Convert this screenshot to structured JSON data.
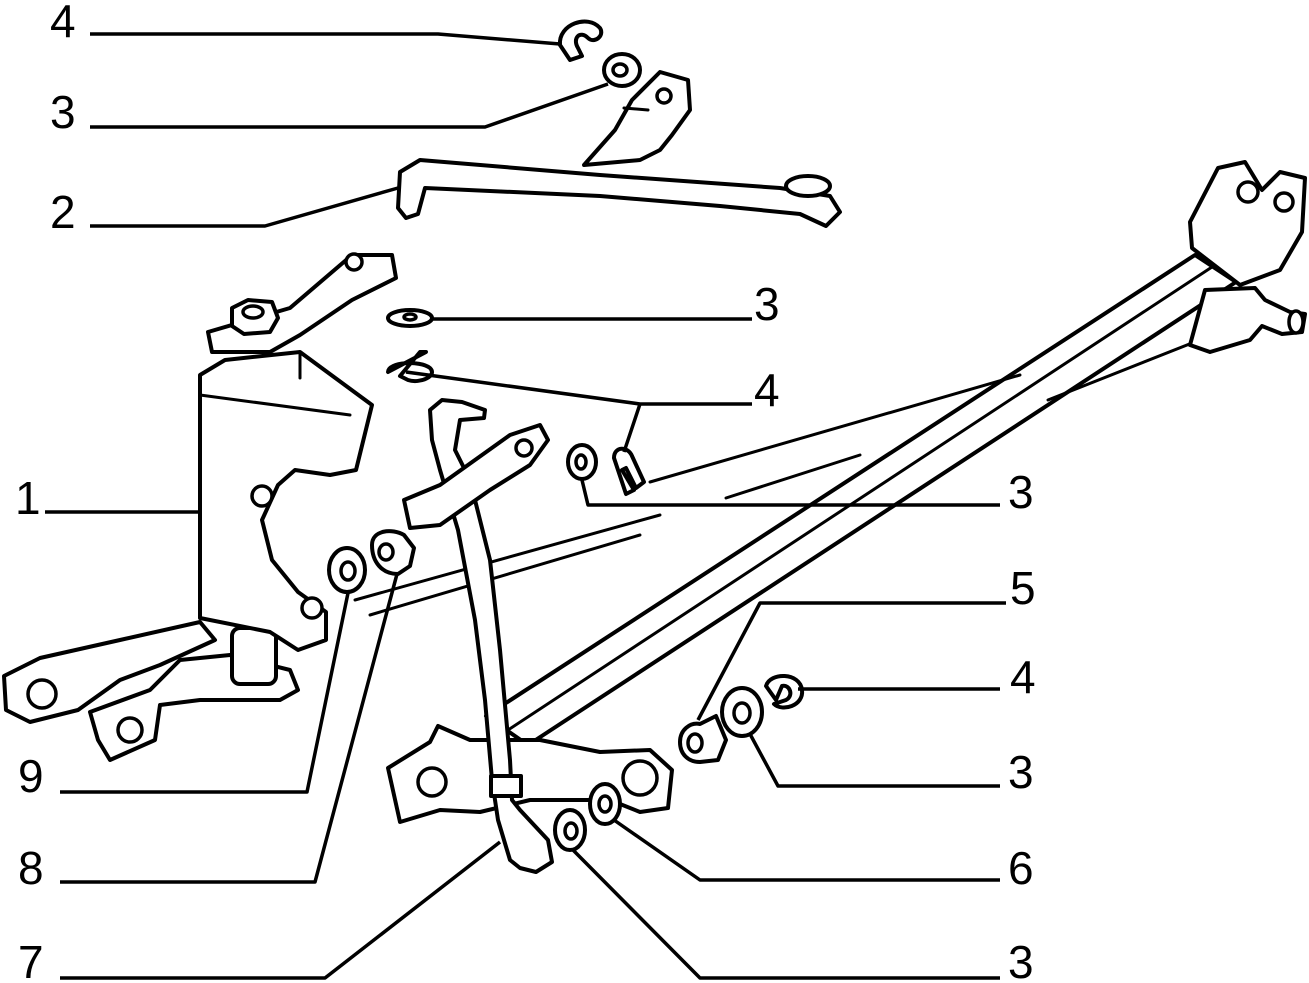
{
  "callouts": {
    "c4_top": "4",
    "c3_top": "3",
    "c2": "2",
    "c3_upper_mid": "3",
    "c4_mid": "4",
    "c1": "1",
    "c3_mid": "3",
    "c5": "5",
    "c4_lower": "4",
    "c9": "9",
    "c3_lower": "3",
    "c8": "8",
    "c6": "6",
    "c7": "7",
    "c3_bottom": "3"
  },
  "colors": {
    "ink": "#000000",
    "paper": "#ffffff"
  }
}
